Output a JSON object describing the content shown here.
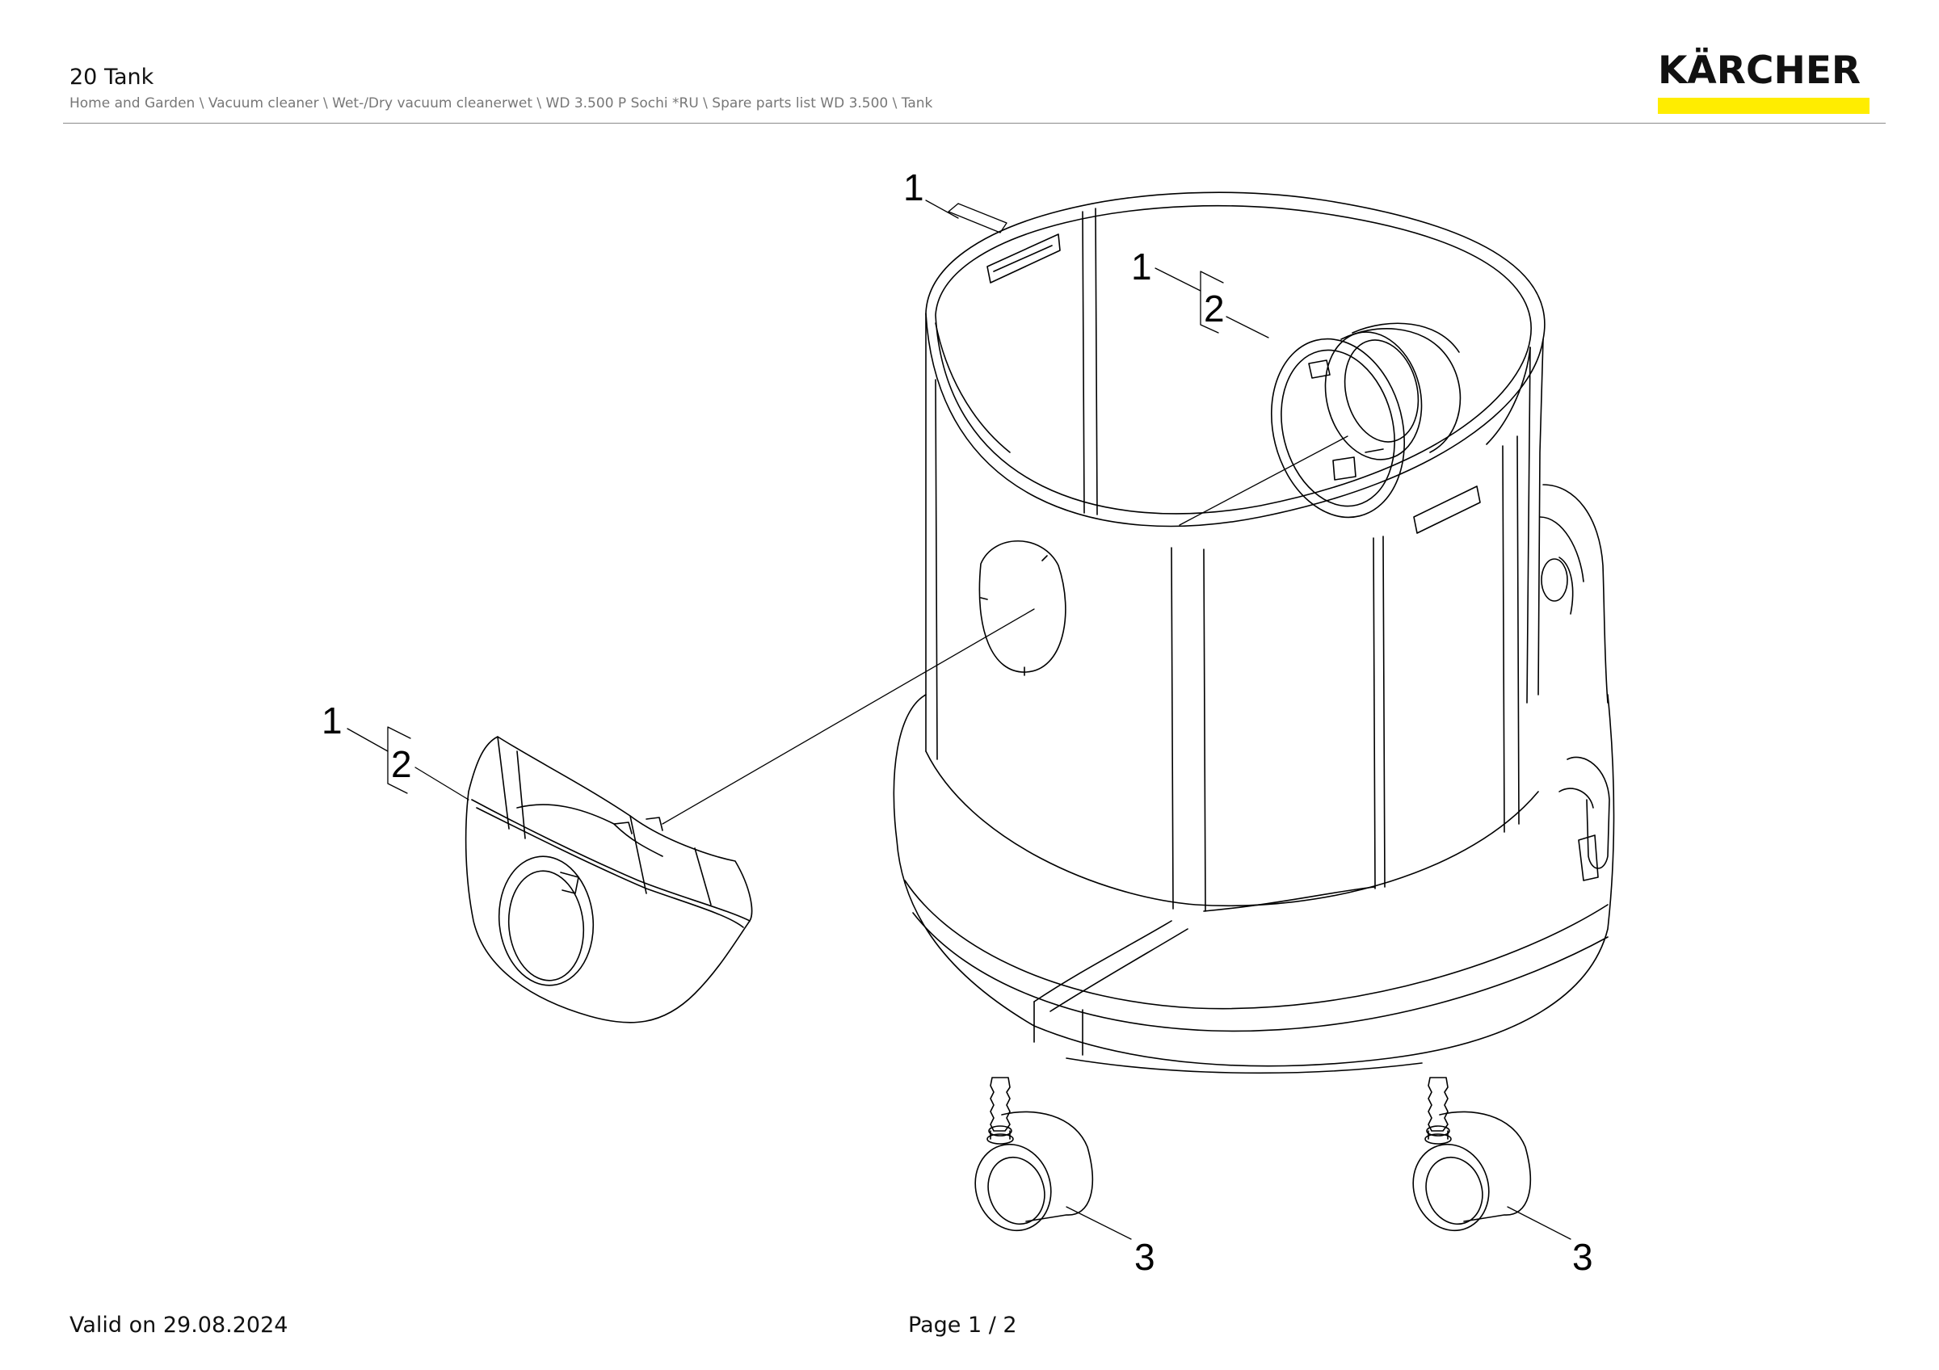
{
  "header": {
    "title": "20 Tank",
    "breadcrumb": "Home and Garden \\ Vacuum cleaner \\ Wet-/Dry vacuum cleanerwet \\ WD 3.500 P Sochi *RU \\ Spare parts list WD 3.500 \\ Tank"
  },
  "brand": {
    "name": "KÄRCHER",
    "bar_color": "#ffed00"
  },
  "diagram": {
    "callouts": [
      {
        "id": "c1",
        "label": "1"
      },
      {
        "id": "c2",
        "label": "1"
      },
      {
        "id": "c3",
        "label": "2"
      },
      {
        "id": "c4",
        "label": "1"
      },
      {
        "id": "c5",
        "label": "2"
      },
      {
        "id": "c6",
        "label": "3"
      },
      {
        "id": "c7",
        "label": "3"
      }
    ]
  },
  "footer": {
    "valid": "Valid on 29.08.2024",
    "page": "Page 1 / 2"
  }
}
